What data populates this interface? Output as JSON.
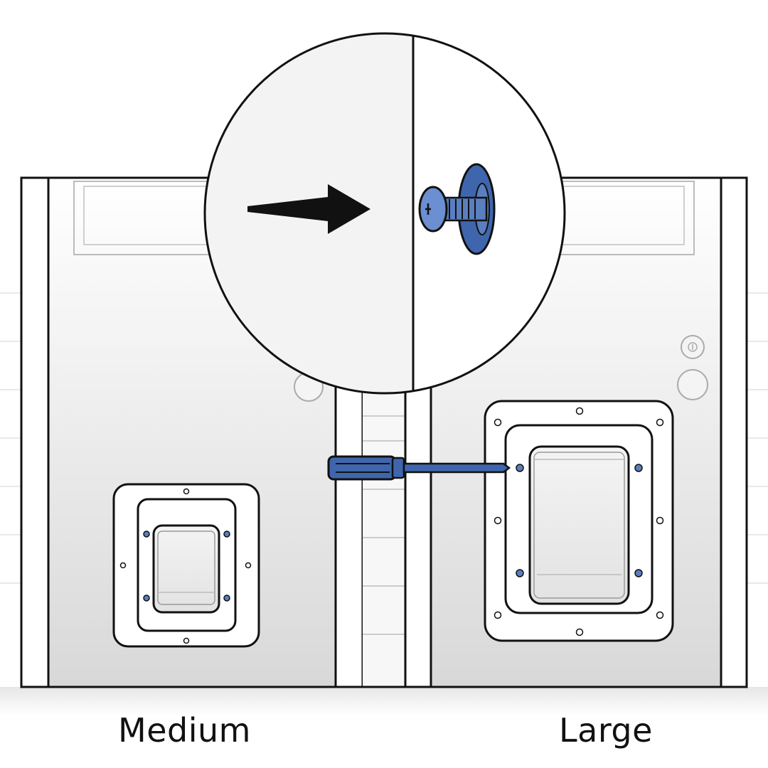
{
  "labels": {
    "medium": "Medium",
    "large": "Large"
  },
  "colors": {
    "outline": "#111111",
    "door_fill_top": "#f7f7f7",
    "door_fill_bottom": "#d6d6d6",
    "screw_blue": "#5a7fc0",
    "screw_blue_dark": "#3f66ad",
    "tool_blue": "#3f66ad",
    "arrow": "#111111",
    "flap_panel": "#ececec"
  },
  "icons": {
    "zoom_detail": "magnified-screw-detail",
    "arrow": "right-arrow-icon",
    "screwdriver": "screwdriver-icon"
  }
}
